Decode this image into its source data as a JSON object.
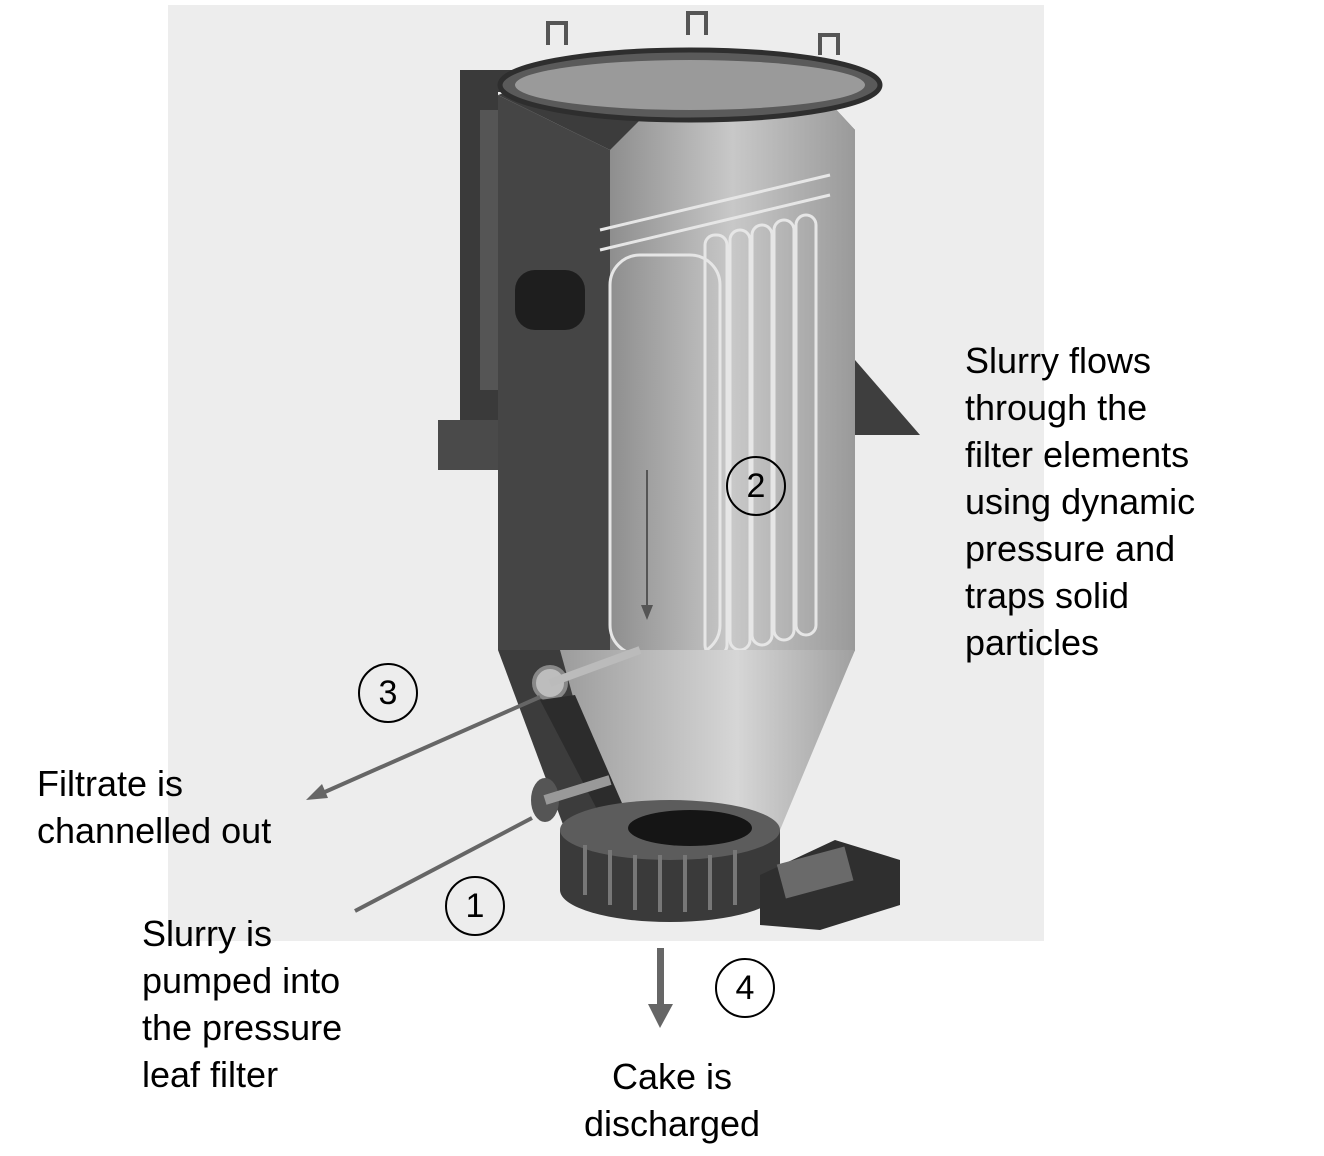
{
  "title": "Pressure leaf filter operation",
  "steps": [
    {
      "number": "1",
      "text": [
        "Slurry is",
        "pumped into",
        "the pressure",
        "leaf filter"
      ]
    },
    {
      "number": "2",
      "text": [
        "Slurry flows",
        "through the",
        "filter elements",
        "using dynamic",
        "pressure and",
        "traps solid",
        "particles"
      ]
    },
    {
      "number": "3",
      "text": [
        "Filtrate is",
        "channelled out"
      ]
    },
    {
      "number": "4",
      "text": [
        "Cake is",
        "discharged"
      ]
    }
  ],
  "colors": {
    "background_photo": "#ededed",
    "shell_dark": "#3c3c3c",
    "interior": "#b4b4b4",
    "arrow": "#666666"
  }
}
